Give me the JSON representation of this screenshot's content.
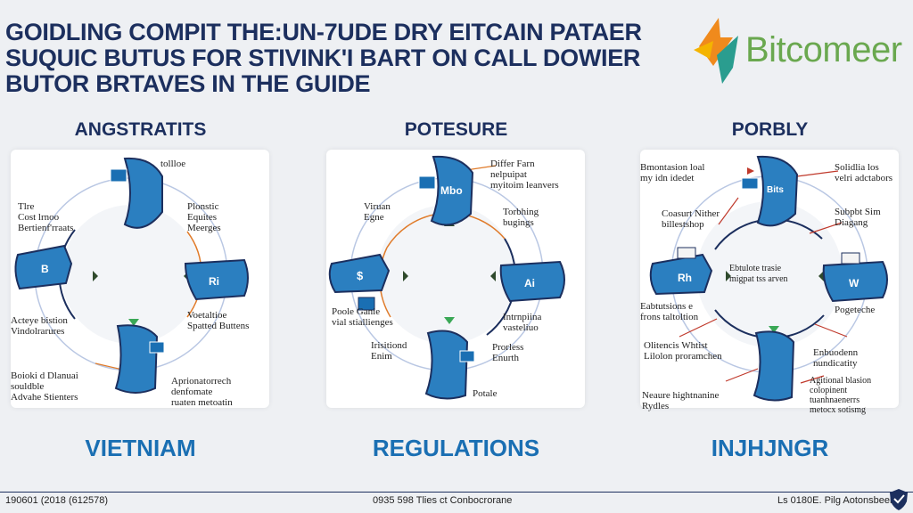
{
  "header": {
    "title_lines": [
      "GOIDLING COMPIT THE:UN-7UDE DRY EITCAIN PATAER",
      "SUQUIC BUTUS FOR STIVINK'I BART ON CALL DOWIER",
      "BUTOR BRTAVES IN THE GUIDE"
    ],
    "logo_text": "Bitcomeer"
  },
  "panels": [
    {
      "title": "ANGSTRATITS",
      "bottom": "VIETNIAM",
      "node_labels": {
        "top": "",
        "left": "B",
        "right": "Ri",
        "bottom": ""
      },
      "labels": [
        "tollloe",
        "Tlre\nCost lrnoo\nBertienf'rraats",
        "Plonstic\nEquites\nMeerges",
        "Acteye bistion\nVindolrarures",
        "Voetaltioe\nSpatted Buttens",
        "Boioki d Dlanuai\nsouldble\nAdvahe Stienters",
        "Aprionatorrech\ndenfomate\nruaten metoatin"
      ]
    },
    {
      "title": "POTESURE",
      "bottom": "REGULATIONS",
      "node_labels": {
        "top": "Mbo",
        "left": "$",
        "right": "Ai",
        "bottom": ""
      },
      "labels": [
        "Differ Farn\nnelpuipat\nmyitoim leanvers",
        "Viruan\nEgne",
        "Torbhing\nbugings",
        "Poole Ganie\nvial stiallienges",
        "Intrnpiina\nvasteliuo",
        "Irisitiond\nEnim",
        "Prorless\nEnurth",
        "Potale"
      ]
    },
    {
      "title": "PORBLY",
      "bottom": "INJHJNGR",
      "node_labels": {
        "top": "Bits",
        "left": "Rh",
        "right": "W",
        "bottom": ""
      },
      "center": "Ebtulote trasie\nmigpat tss arven",
      "labels": [
        "Bmontasion loal\nmy idn idedet",
        "Solidlia los\nvelri adctabors",
        "Coasurt Nither\nbillestshop",
        "Subpbt Sim\nDiagang",
        "Eabtutsions e\nfrons taltoltion",
        "Pogeteche",
        "Olitencis Whtist\nLilolon proramchen",
        "Enbuodenn\nnundicatity",
        "Neaure hightnanine\nRydles",
        "Agitional blasion\ncolopinent\ntuanhnaenerrs\nmetocx sotismg"
      ]
    }
  ],
  "footer": {
    "left": "190601 (2018 (612578)",
    "center": "0935 598 Tlies ct Conbocrorane",
    "right": "Ls 0180E. Pilg Aotonsbeerg"
  },
  "colors": {
    "navy": "#1c2f5e",
    "blue": "#1a6fb3",
    "node": "#2b7fc0",
    "orange": "#e07b2a",
    "green": "#3aa856"
  }
}
